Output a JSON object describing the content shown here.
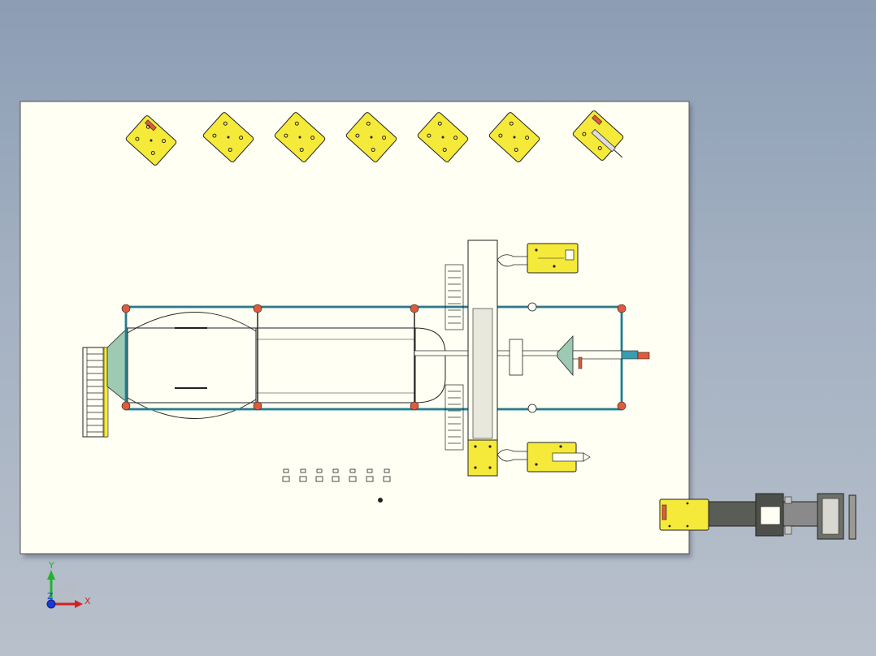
{
  "app": {
    "view": "top-view",
    "background_color": "#9aa8bb",
    "sheet_color": "#fffff3"
  },
  "colors": {
    "plate_yellow": "#f5ea3a",
    "frame_teal": "#3a9cb0",
    "funnel_green": "#9ec9b2",
    "node_red": "#e05a3c",
    "outline": "#222222",
    "rail_gray": "#8a8a8a"
  },
  "triad": {
    "x_label": "X",
    "y_label": "Y",
    "z_label": "Z",
    "x_color": "#d42020",
    "y_color": "#1fb52b",
    "z_color": "#1a3ad8"
  },
  "icons": {
    "triad": "axis-triad-icon",
    "origin": "origin-dot-icon"
  }
}
